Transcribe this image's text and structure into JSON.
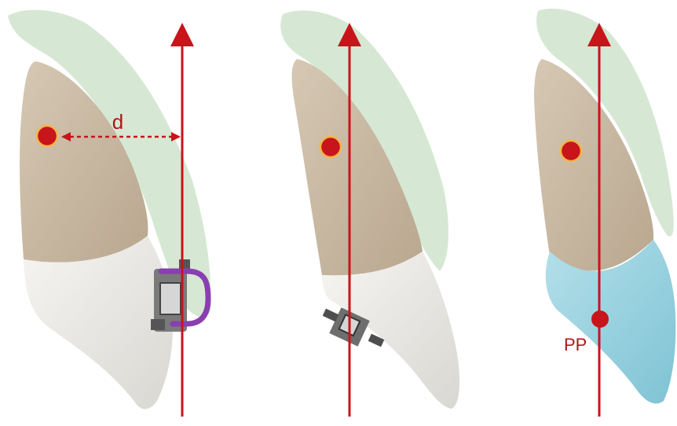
{
  "panels": [
    {
      "id": "bracket-with-spring",
      "distance_label": "d"
    },
    {
      "id": "bracket-only"
    },
    {
      "id": "crown-restoration",
      "point_label": "PP"
    }
  ],
  "colors": {
    "gingiva": "#cfe4cc",
    "root": "#c9b9a4",
    "crown": "#ecebe8",
    "restoration": "#9fd3df",
    "line": "#c8141b",
    "center_of_resistance": "#c8141b",
    "spring": "#8a3fb0",
    "bracket": "#777777"
  },
  "icons": [
    "arrow-up-icon",
    "center-of-resistance-dot",
    "bracket-icon",
    "spring-icon"
  ]
}
